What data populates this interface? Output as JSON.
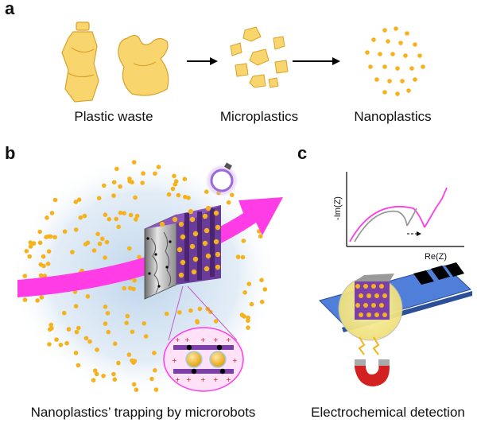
{
  "panels": {
    "a": "a",
    "b": "b",
    "c": "c"
  },
  "panel_a": {
    "labels": [
      "Plastic waste",
      "Microplastics",
      "Nanoplastics"
    ]
  },
  "panel_b": {
    "caption": "Nanoplastics’ trapping by microrobots"
  },
  "panel_c": {
    "ylabel": "-Im(Z)",
    "xlabel": "Re(Z)",
    "caption": "Electrochemical detection"
  },
  "colors": {
    "particle": "#F5B21B",
    "plastic": "#F9D56E",
    "magenta": "#FF3CE6",
    "purple": "#7B3FA8",
    "halo_blue": "#BFD6EC",
    "electrode_blue": "#4F7FD8"
  },
  "icons": [
    "bottle-icon",
    "bag-icon",
    "arrow-icon",
    "microrobot-icon",
    "light-bulb-icon",
    "magnet-icon",
    "sensor-strip-icon"
  ]
}
